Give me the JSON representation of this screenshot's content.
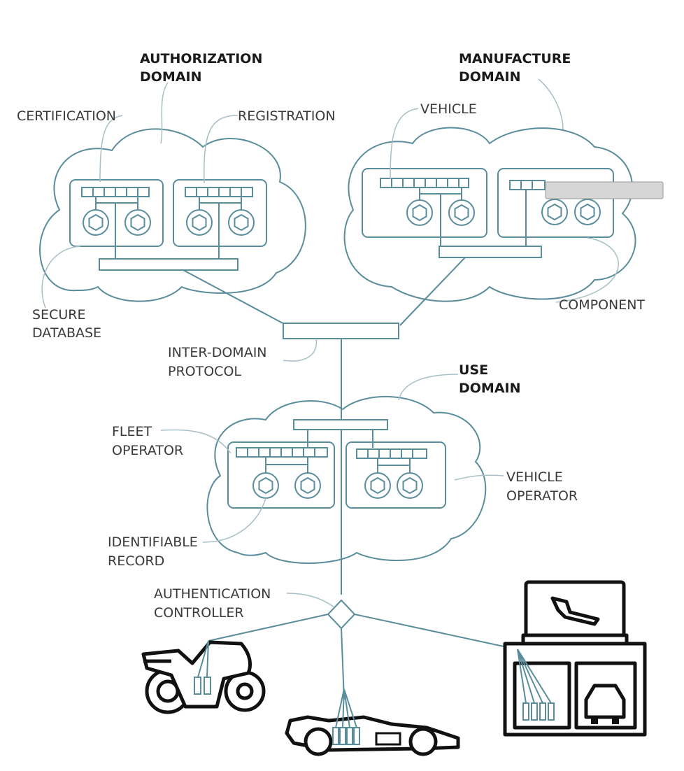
{
  "domains": {
    "authorization": [
      "AUTHORIZATION",
      "DOMAIN"
    ],
    "manufacture": [
      "MANUFACTURE",
      "DOMAIN"
    ],
    "use": [
      "USE",
      "DOMAIN"
    ]
  },
  "labels": {
    "certification": "CERTIFICATION",
    "registration": "REGISTRATION",
    "vehicle": "VEHICLE",
    "component": "COMPONENT",
    "secure_database": [
      "SECURE",
      "DATABASE"
    ],
    "inter_domain_protocol": [
      "INTER-DOMAIN",
      "PROTOCOL"
    ],
    "fleet_operator": [
      "FLEET",
      "OPERATOR"
    ],
    "vehicle_operator": [
      "VEHICLE",
      "OPERATOR"
    ],
    "identifiable_record": [
      "IDENTIFIABLE",
      "RECORD"
    ],
    "authentication_controller": [
      "AUTHENTICATION",
      "CONTROLLER"
    ]
  },
  "icons": [
    "motorcycle-icon",
    "race-car-icon",
    "repair-shop-icon",
    "wrench-icon",
    "car-icon"
  ],
  "colors": {
    "line": "#5a8d9b",
    "leader": "#a7bfc6",
    "icon": "#111111"
  }
}
